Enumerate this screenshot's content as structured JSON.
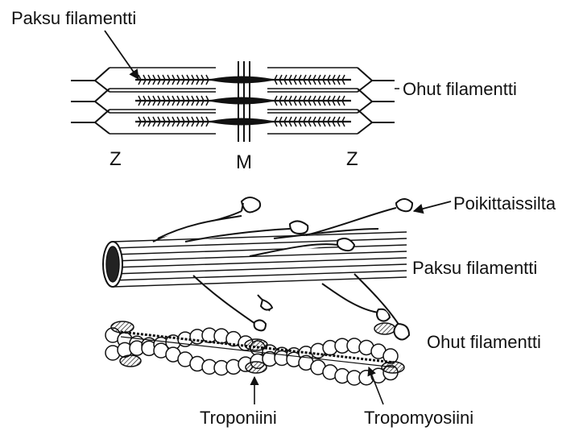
{
  "labels": {
    "thick_filament_top": "Paksu filamentti",
    "thin_filament_top": "Ohut filamentti",
    "z_left": "Z",
    "m_line": "M",
    "z_right": "Z",
    "cross_bridge": "Poikittaissilta",
    "thick_filament_bottom": "Paksu filamentti",
    "thin_filament_bottom": "Ohut filamentti",
    "troponin": "Troponiini",
    "tropomyosin": "Tropomyosiini"
  },
  "colors": {
    "ink": "#111111",
    "background": "#ffffff"
  }
}
